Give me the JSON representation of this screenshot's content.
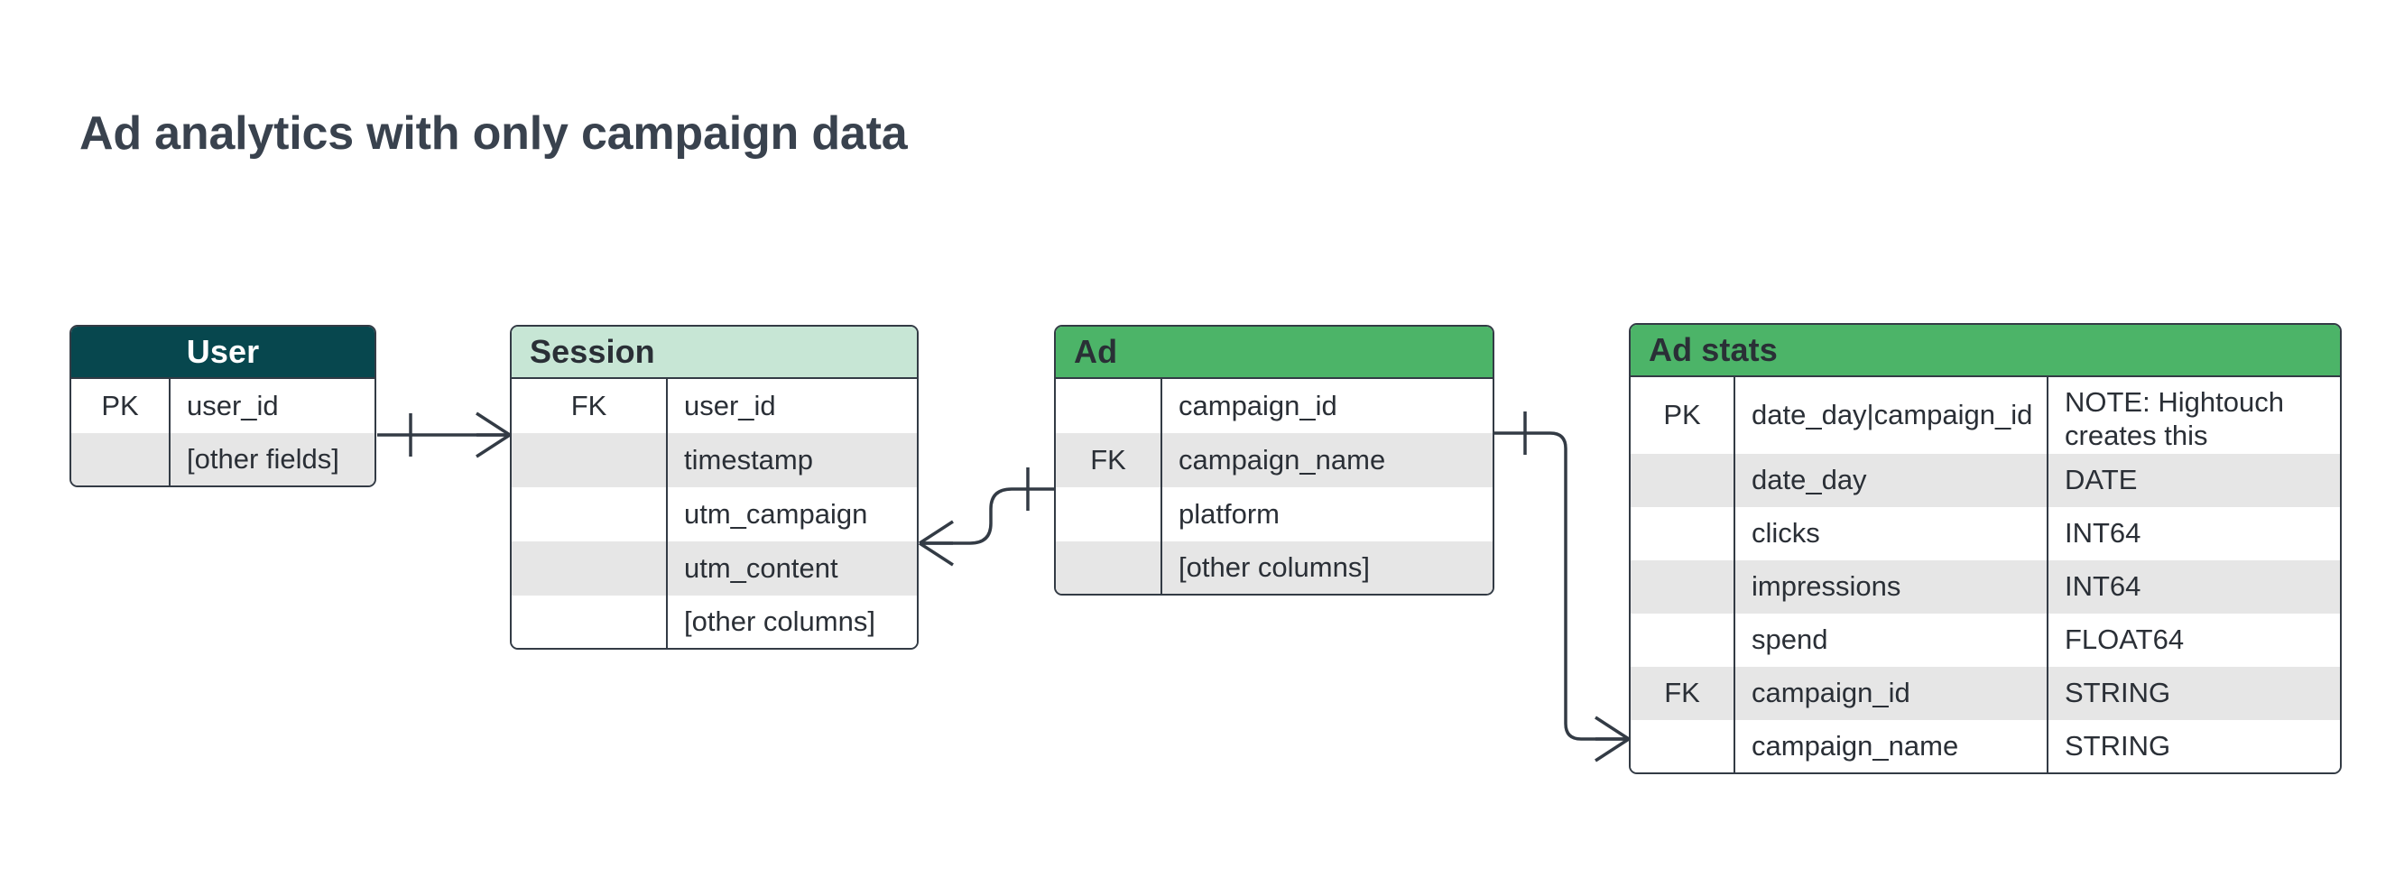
{
  "title": "Ad analytics with only campaign data",
  "colors": {
    "title_text": "#39424e",
    "user_header_bg": "#07474e",
    "user_header_text": "#ffffff",
    "session_header_bg": "#c7e6d5",
    "ad_header_bg": "#4cb468",
    "ad_stats_header_bg": "#4cb468",
    "header_text_dark": "#2a2f36",
    "row_alt_bg": "#e6e6e6",
    "row_bg": "#ffffff",
    "border": "#333b45",
    "connector": "#333b45"
  },
  "entities": {
    "user": {
      "name": "User",
      "rows": [
        {
          "key": "PK",
          "field": "user_id"
        },
        {
          "key": "",
          "field": "[other fields]"
        }
      ]
    },
    "session": {
      "name": "Session",
      "rows": [
        {
          "key": "FK",
          "field": "user_id"
        },
        {
          "key": "",
          "field": "timestamp"
        },
        {
          "key": "",
          "field": "utm_campaign"
        },
        {
          "key": "",
          "field": "utm_content"
        },
        {
          "key": "",
          "field": "[other columns]"
        }
      ]
    },
    "ad": {
      "name": "Ad",
      "rows": [
        {
          "key": "",
          "field": "campaign_id"
        },
        {
          "key": "FK",
          "field": "campaign_name"
        },
        {
          "key": "",
          "field": "platform"
        },
        {
          "key": "",
          "field": "[other columns]"
        }
      ]
    },
    "ad_stats": {
      "name": "Ad stats",
      "rows": [
        {
          "key": "PK",
          "field": "date_day|campaign_id",
          "type": "NOTE: Hightouch creates this"
        },
        {
          "key": "",
          "field": "date_day",
          "type": "DATE"
        },
        {
          "key": "",
          "field": "clicks",
          "type": "INT64"
        },
        {
          "key": "",
          "field": "impressions",
          "type": "INT64"
        },
        {
          "key": "",
          "field": "spend",
          "type": "FLOAT64"
        },
        {
          "key": "FK",
          "field": "campaign_id",
          "type": "STRING"
        },
        {
          "key": "",
          "field": "campaign_name",
          "type": "STRING"
        }
      ]
    }
  },
  "relationships": [
    {
      "from": "User",
      "to": "Session",
      "from_cardinality": "one",
      "to_cardinality": "many"
    },
    {
      "from": "Session",
      "to": "Ad",
      "from_cardinality": "many",
      "to_cardinality": "one"
    },
    {
      "from": "Ad",
      "to": "Ad stats",
      "from_cardinality": "one",
      "to_cardinality": "many"
    }
  ]
}
